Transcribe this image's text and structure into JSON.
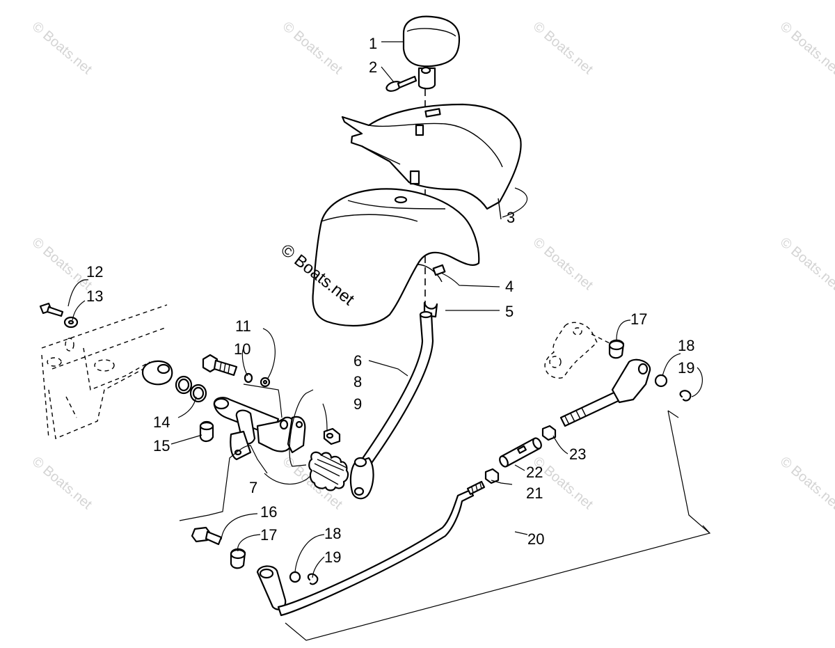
{
  "diagram": {
    "watermark_text": "© Boats.net",
    "center_watermark": "© Boats.net",
    "callouts": {
      "c1": "1",
      "c2": "2",
      "c3": "3",
      "c4": "4",
      "c5": "5",
      "c6": "6",
      "c7": "7",
      "c8": "8",
      "c9": "9",
      "c10": "10",
      "c11": "11",
      "c12": "12",
      "c13": "13",
      "c14": "14",
      "c15": "15",
      "c16": "16",
      "c17a": "17",
      "c17b": "17",
      "c18a": "18",
      "c18b": "18",
      "c19a": "19",
      "c19b": "19",
      "c20": "20",
      "c21": "21",
      "c22": "22",
      "c23": "23"
    }
  }
}
